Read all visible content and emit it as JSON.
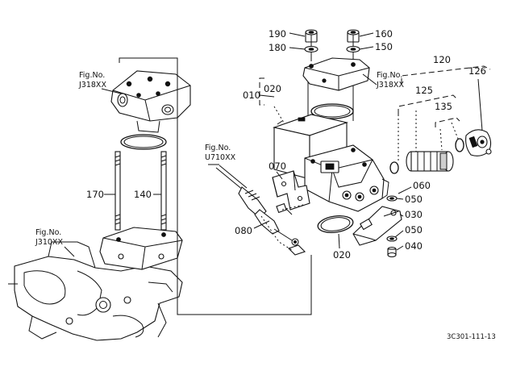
{
  "figure_refs": {
    "upper_left": {
      "label": "Fig.No.",
      "code": "J318XX"
    },
    "upper_right": {
      "label": "Fig.No.",
      "code": "J318XX"
    },
    "middle": {
      "label": "Fig.No.",
      "code": "U710XX"
    },
    "lower_left": {
      "label": "Fig.No.",
      "code": "J310XX"
    }
  },
  "part_numbers": {
    "p010": "010",
    "p020_top": "020",
    "p020_bottom": "020",
    "p030": "030",
    "p040": "040",
    "p050_a": "050",
    "p050_b": "050",
    "p060": "060",
    "p070": "070",
    "p080": "080",
    "p120": "120",
    "p125": "125",
    "p126": "126",
    "p135": "135",
    "p140": "140",
    "p150": "150",
    "p160": "160",
    "p170": "170",
    "p180": "180",
    "p190": "190"
  },
  "drawing_code": "3C301-111-13"
}
